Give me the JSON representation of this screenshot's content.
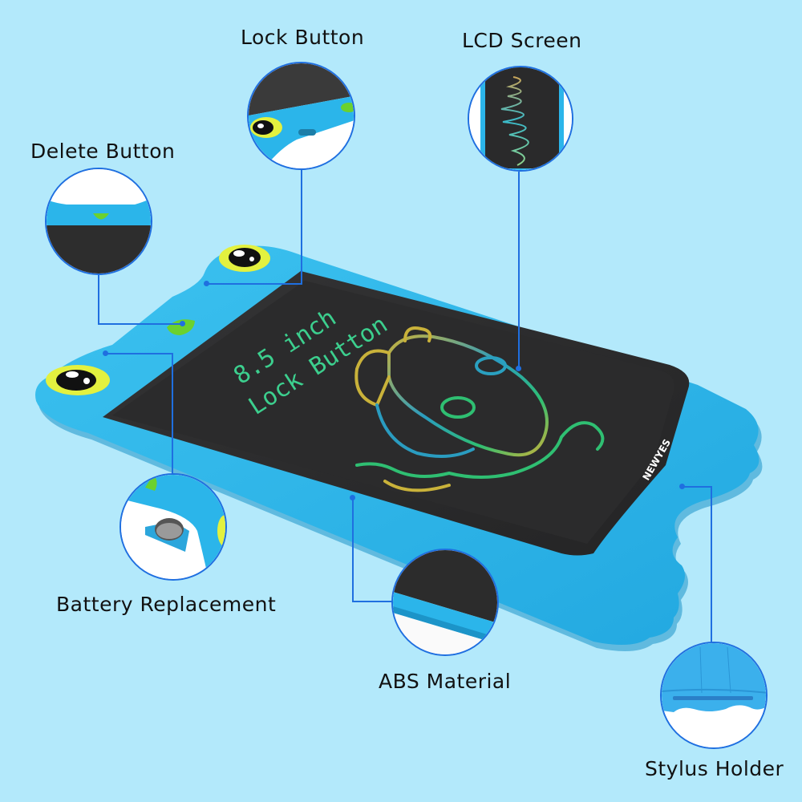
{
  "colors": {
    "background": "#b3e9fb",
    "tablet_body": "#2bb5ea",
    "screen": "#2a2a2b",
    "leader_line": "#1f6fe0",
    "eye_ring": "#e3f13f",
    "button_green": "#6bd12e",
    "screen_text": "#3ccf8e"
  },
  "callouts": [
    {
      "id": "lock-button",
      "label": "Lock Button"
    },
    {
      "id": "lcd-screen",
      "label": "LCD Screen"
    },
    {
      "id": "delete-button",
      "label": "Delete Button"
    },
    {
      "id": "battery-replacement",
      "label": "Battery Replacement"
    },
    {
      "id": "abs-material",
      "label": "ABS Material"
    },
    {
      "id": "stylus-holder",
      "label": "Stylus Holder"
    }
  ],
  "tablet": {
    "screen_text_line1": "8.5 inch",
    "screen_text_line2": "Lock Button",
    "brand": "NEWYES"
  }
}
